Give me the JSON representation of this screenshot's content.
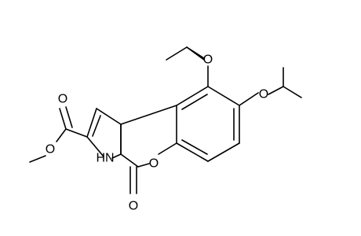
{
  "molecule": {
    "atom_labels": {
      "o_isopropoxy_top": "O",
      "o_isopropoxy_right": "O",
      "o_ring": "O",
      "o_carbonyl_lactone": "O",
      "nh": "HN",
      "o_ester_carbonyl": "O",
      "o_ester_methoxy": "O"
    },
    "colors": {
      "bond": "#000000",
      "label": "#000000",
      "background": "#ffffff"
    }
  }
}
